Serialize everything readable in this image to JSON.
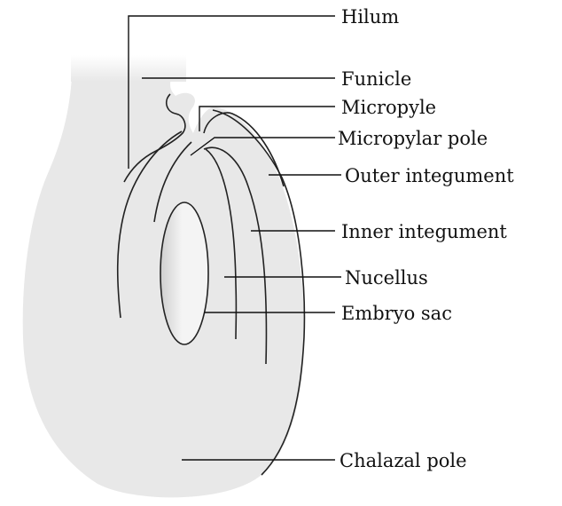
{
  "diagram": {
    "labels": {
      "hilum": "Hilum",
      "funicle": "Funicle",
      "micropyle": "Micropyle",
      "micropylar_pole": "Micropylar pole",
      "outer_integument": "Outer integument",
      "inner_integument": "Inner integument",
      "nucellus": "Nucellus",
      "embryo_sac": "Embryo sac",
      "chalazal_pole": "Chalazal pole"
    }
  },
  "colors": {
    "ovule_fill": "#e8e8e8",
    "line": "#111111",
    "background": "#ffffff"
  }
}
